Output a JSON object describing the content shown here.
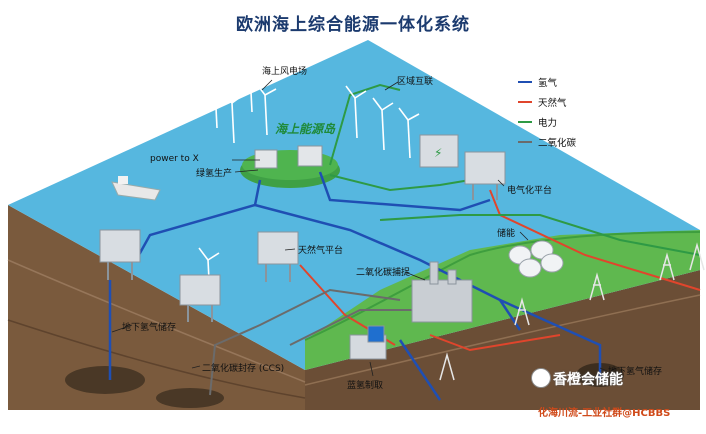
{
  "title": "欧洲海上综合能源一体化系统",
  "labels": {
    "wind_farm": "海上风电场",
    "interconnect": "区域互联",
    "energy_island": "海上能源岛",
    "power_to_x": "power to X",
    "green_h2": "绿氢生产",
    "electrified_platform": "电气化平台",
    "storage": "储能",
    "gas_platform": "天然气平台",
    "ccs_capture": "二氧化碳捕捉",
    "underground_h2_left": "地下氢气储存",
    "co2_storage": "二氧化碳封存 (CCS)",
    "blue_h2": "蓝氢制取",
    "underground_h2_right": "地下氢气储存"
  },
  "legend": [
    {
      "label": "氢气",
      "color": "#1f4fb3"
    },
    {
      "label": "天然气",
      "color": "#e0452c"
    },
    {
      "label": "电力",
      "color": "#2e9a45"
    },
    {
      "label": "二氧化碳",
      "color": "#6b6b6b"
    }
  ],
  "watermark": "香橙会储能",
  "credit": "化海川流-工业社群@HCBBS",
  "colors": {
    "sea": "#55b6de",
    "land": "#5fb84f",
    "soil_top": "#8a6a4a",
    "soil_bottom": "#6b4e36"
  }
}
